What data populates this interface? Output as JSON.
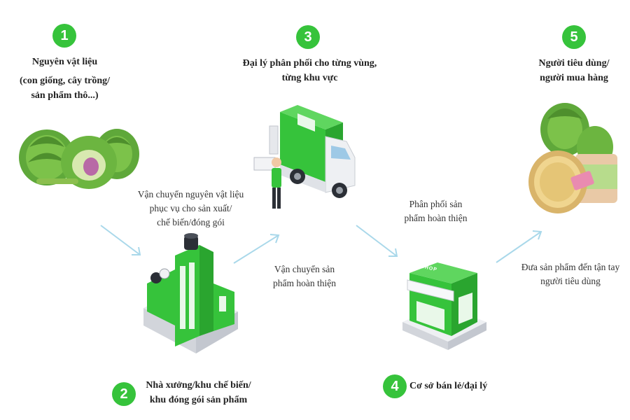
{
  "steps": [
    {
      "num": "1",
      "lines": [
        "Nguyên vật liệu",
        "(con giống, cây trồng/",
        "sản phẩm thô...)"
      ]
    },
    {
      "num": "2",
      "lines": [
        "Nhà xưởng/khu chế biến/",
        "khu đóng gói sản phẩm"
      ]
    },
    {
      "num": "3",
      "lines": [
        "Đại lý phân phối cho từng vùng,",
        "từng khu vực"
      ]
    },
    {
      "num": "4",
      "lines": [
        "Cơ sở bán lẻ/đại lý"
      ]
    },
    {
      "num": "5",
      "lines": [
        "Người tiêu dùng/",
        "người mua hàng"
      ]
    }
  ],
  "transitions": [
    {
      "lines": [
        "Vận chuyển nguyên vật liệu",
        "phục vụ cho sản xuất/",
        "chế biến/đóng gói"
      ]
    },
    {
      "lines": [
        "Vận chuyển sản",
        "phẩm hoàn thiện"
      ]
    },
    {
      "lines": [
        "Phân phối sản",
        "phẩm hoàn thiện"
      ]
    },
    {
      "lines": [
        "Đưa sản phẩm đến tận tay",
        "người tiêu dùng"
      ]
    }
  ],
  "shop_sign": "SHOP",
  "colors": {
    "accent": "#36c33b",
    "arrow": "#a9d8ea"
  },
  "icons": [
    "artichoke-icon",
    "factory-icon",
    "delivery-truck-icon",
    "shop-icon",
    "canned-food-icon"
  ]
}
